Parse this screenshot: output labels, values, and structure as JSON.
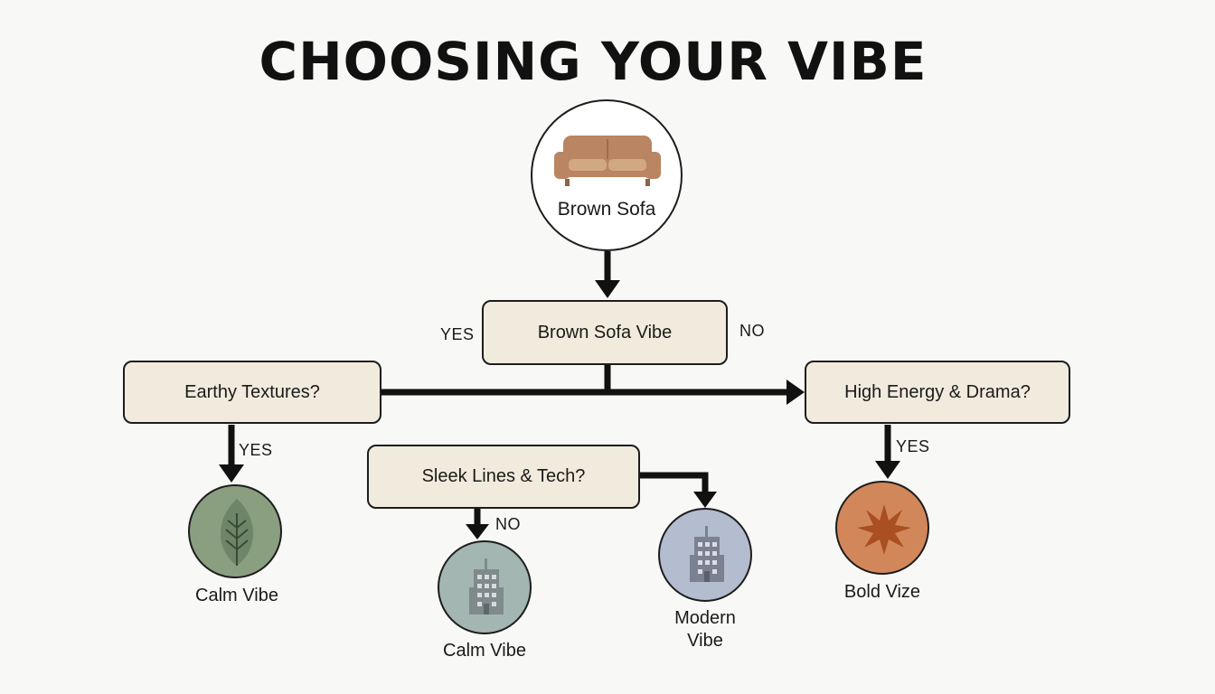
{
  "title": "CHOOSING YOUR VIBE",
  "nodes": {
    "start": {
      "label": "Brown Sofa",
      "icon": "sofa-icon"
    },
    "root": {
      "label": "Brown Sofa Vibe"
    },
    "earthy": {
      "label": "Earthy Textures?"
    },
    "energy": {
      "label": "High Energy & Drama?"
    },
    "sleek": {
      "label": "Sleek Lines & Tech?"
    },
    "calm_leaf": {
      "label": "Calm Vibe",
      "icon": "leaf-icon",
      "color": "#8a9e80"
    },
    "calm_building": {
      "label": "Calm Vibe",
      "icon": "building-icon",
      "color": "#a4b6b2"
    },
    "modern": {
      "label_line1": "Modern",
      "label_line2": "Vibe",
      "icon": "building-icon",
      "color": "#b4bccf"
    },
    "bold": {
      "label": "Bold Vize",
      "icon": "starburst-icon",
      "color": "#d2875a"
    }
  },
  "edges": {
    "yes_left": "YES",
    "no_right": "NO",
    "yes_earthy": "YES",
    "yes_energy": "YES",
    "no_sleek": "NO"
  },
  "colors": {
    "box_fill": "#f1ebdd",
    "sofa": "#b98562",
    "sofa_cushion": "#d2a882",
    "line": "#111111"
  }
}
